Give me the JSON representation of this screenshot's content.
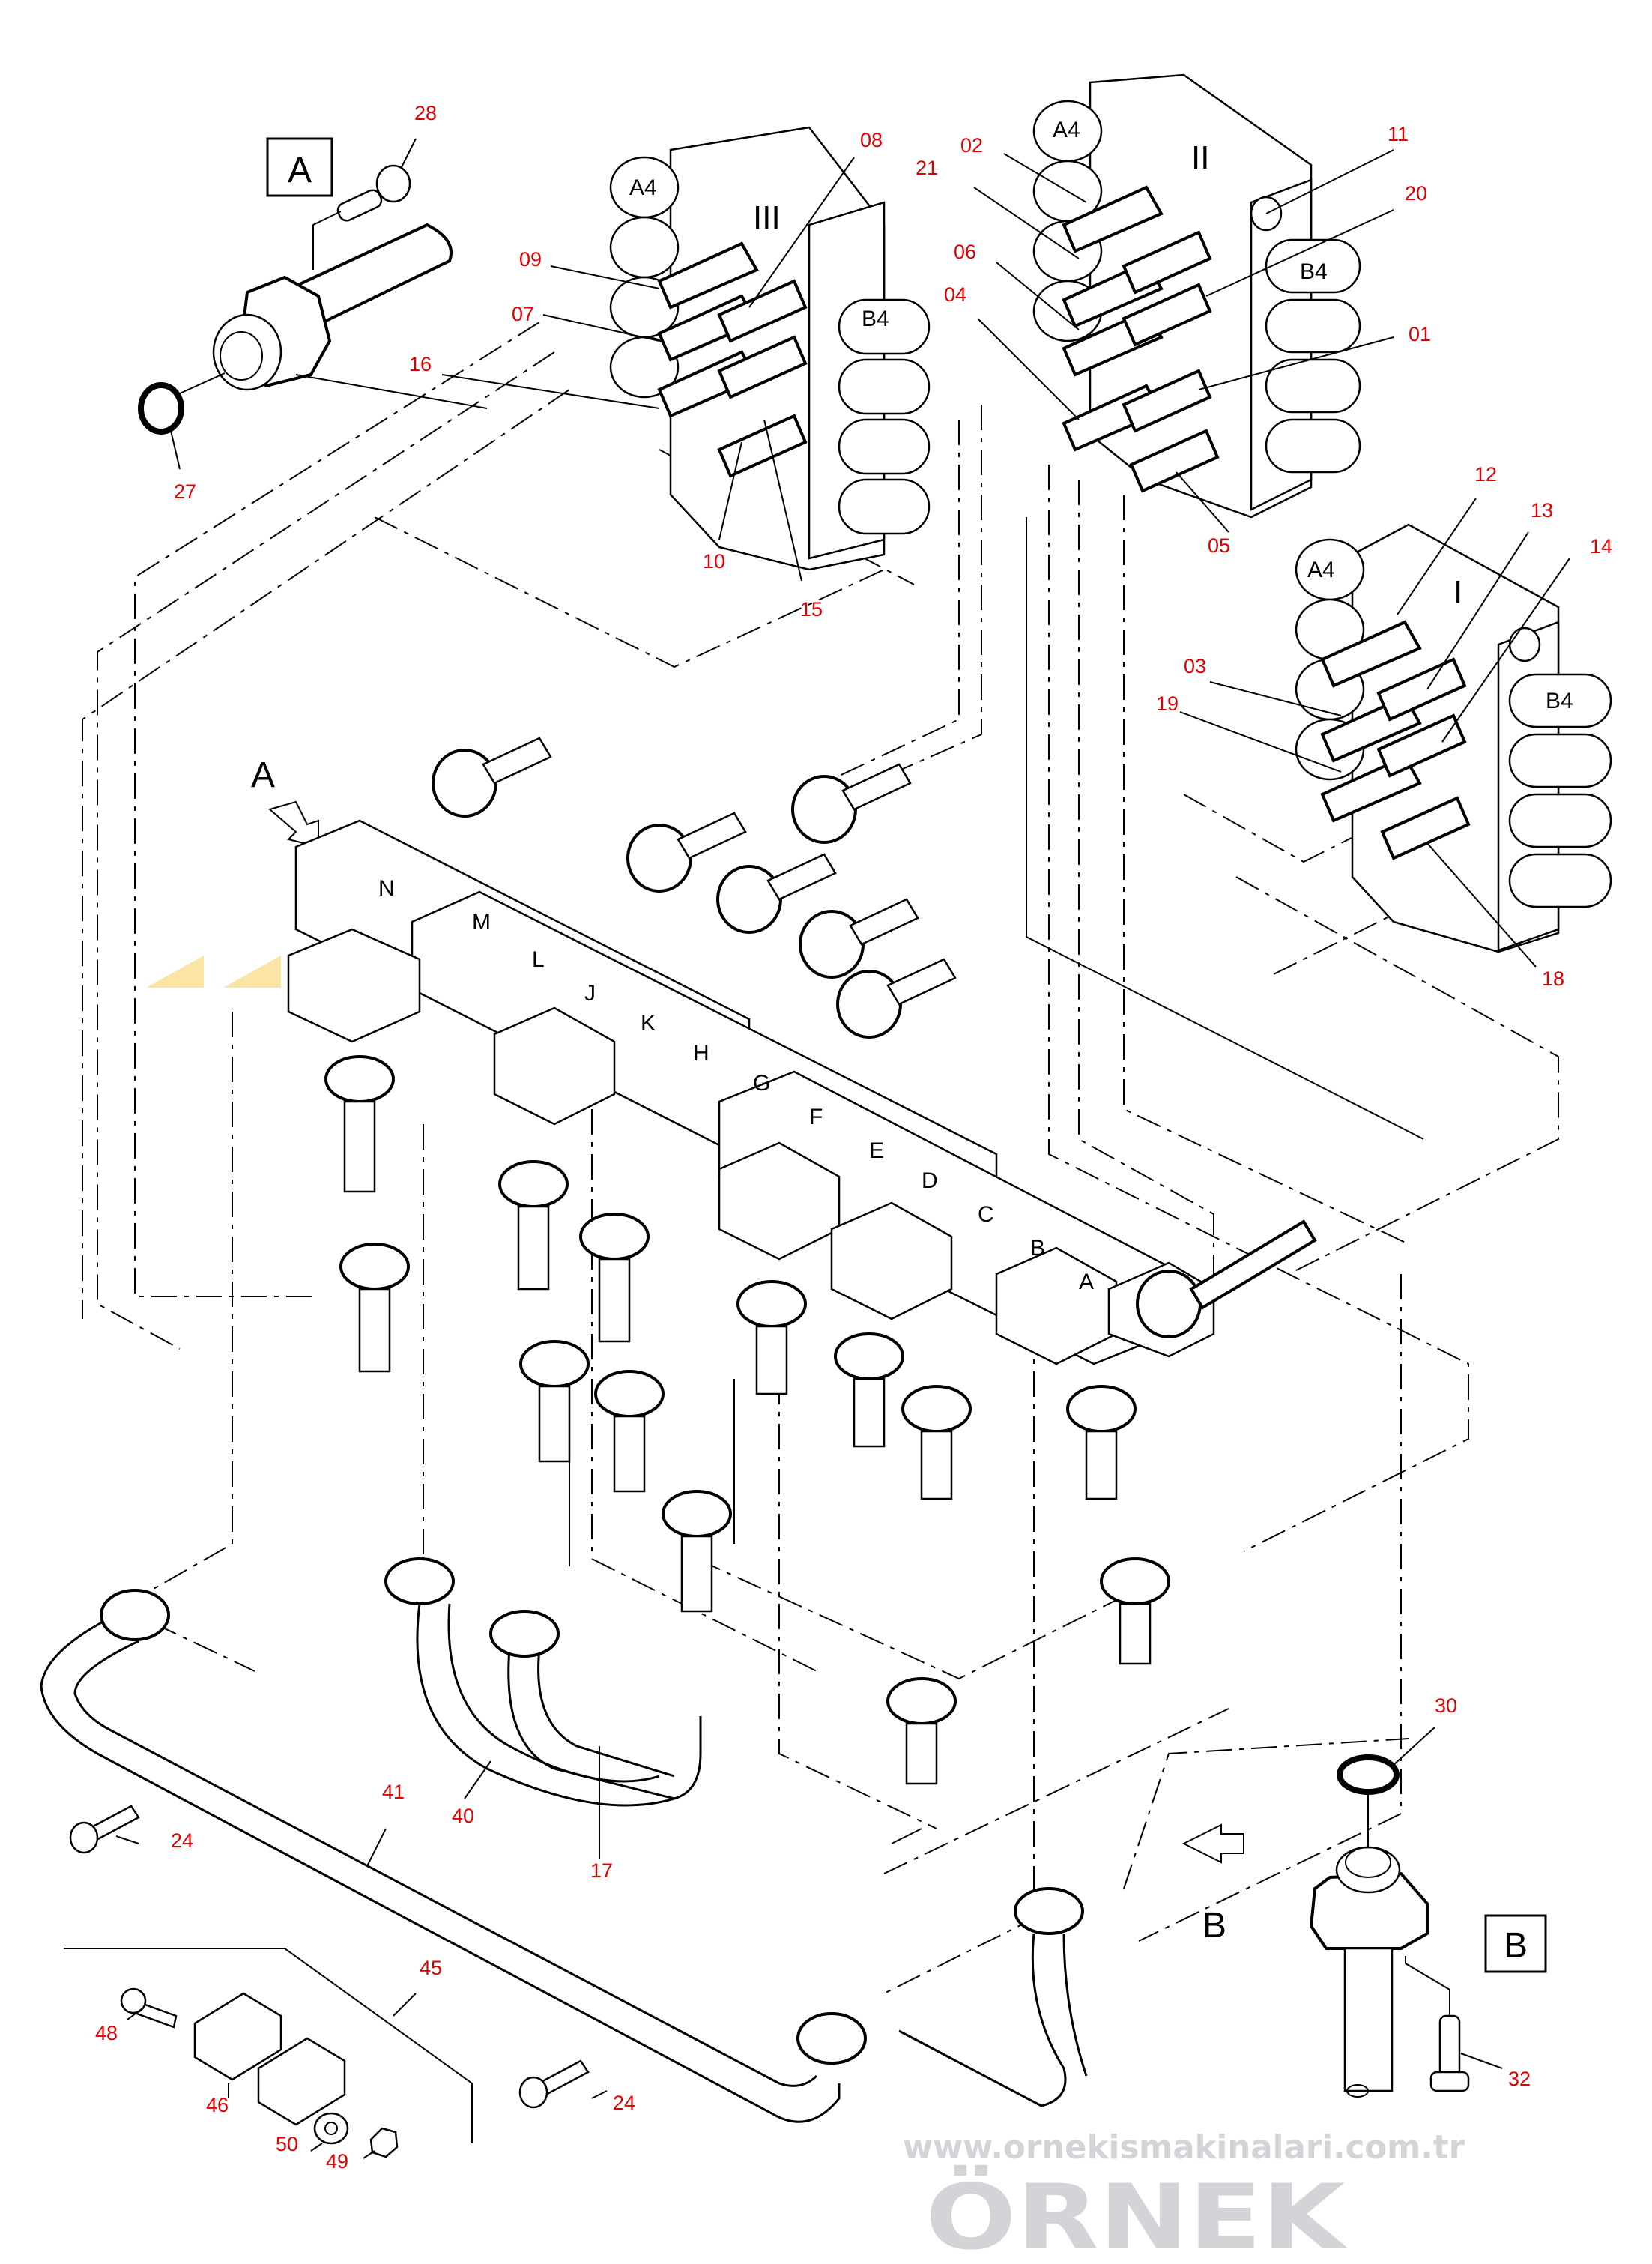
{
  "diagram": {
    "title_views": {
      "detail_a_box": "A",
      "detail_b_box": "B",
      "view_a_arrow": "A",
      "view_b_arrow": "B"
    },
    "watermark": {
      "brand": "ÖRNEK",
      "url": "www.ornekismakinalari.com.tr",
      "brand_color": "#d4d3d8",
      "accent_color": "#fbe29a"
    },
    "label_color": "#e00000",
    "valve_blocks": [
      {
        "section": "III",
        "ports": {
          "top": "A4",
          "side": "B4"
        }
      },
      {
        "section": "II",
        "ports": {
          "top": "A4",
          "side": "B4"
        }
      },
      {
        "section": "I",
        "ports": {
          "top": "A4",
          "side": "B4"
        }
      }
    ],
    "manifold_ports": [
      "N",
      "M",
      "L",
      "J",
      "K",
      "H",
      "G",
      "F",
      "E",
      "D",
      "C",
      "B",
      "A"
    ],
    "part_labels": {
      "p28": "28",
      "p27": "27",
      "p16": "16",
      "p09": "09",
      "p07": "07",
      "p08": "08",
      "p10": "10",
      "p15": "15",
      "p02": "02",
      "p21": "21",
      "p06": "06",
      "p04": "04",
      "p11": "11",
      "p20": "20",
      "p01": "01",
      "p05": "05",
      "p12": "12",
      "p13": "13",
      "p14": "14",
      "p03": "03",
      "p19": "19",
      "p18": "18",
      "p24a": "24",
      "p24b": "24",
      "p41": "41",
      "p40": "40",
      "p17": "17",
      "p45": "45",
      "p48": "48",
      "p46": "46",
      "p50": "50",
      "p49": "49",
      "p30": "30",
      "p32": "32"
    }
  }
}
